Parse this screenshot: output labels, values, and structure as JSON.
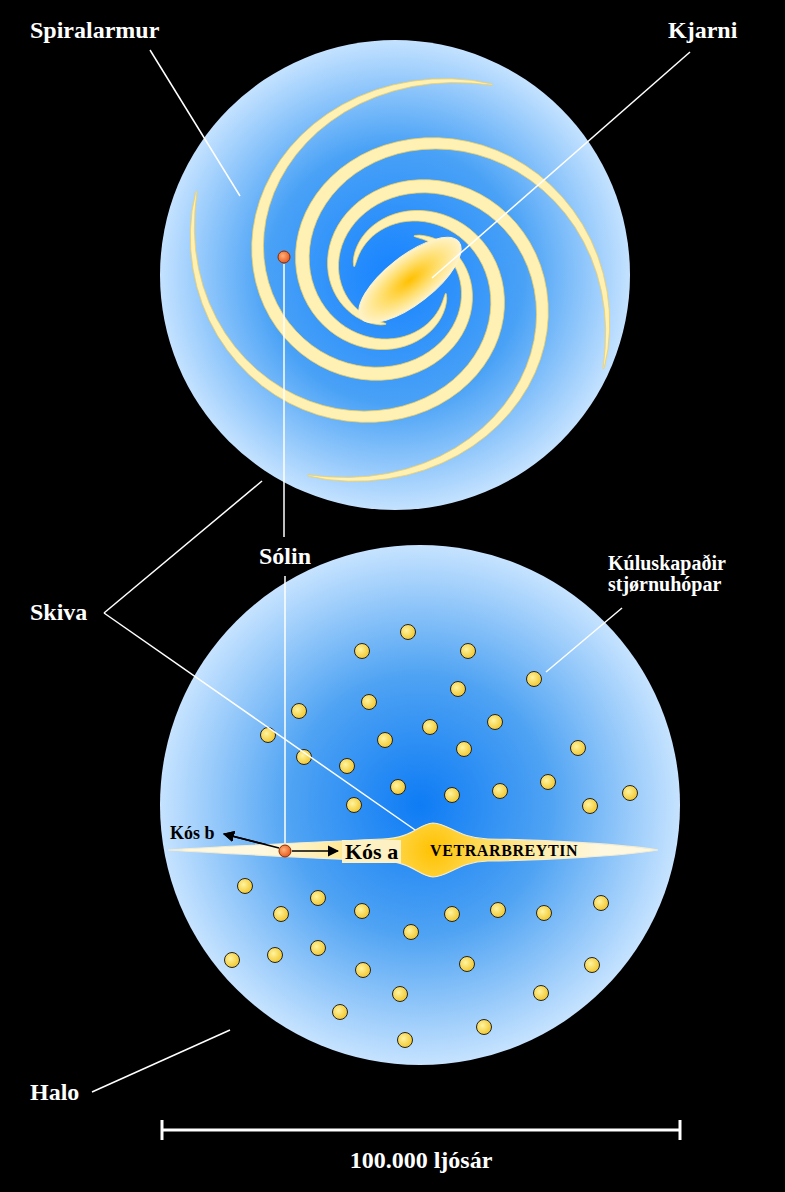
{
  "diagram": {
    "nodes": [
      {
        "text": [
          "VETRARBREYTIN"
        ]
      }
    ],
    "labels": [
      "Spiralarmur",
      "Kjarni",
      "Sólin",
      "Skiva",
      "Kúluskapaðir stjørnuhópar",
      "Kós b",
      "Kós a",
      "Halo",
      "100.000 ljósár"
    ]
  }
}
